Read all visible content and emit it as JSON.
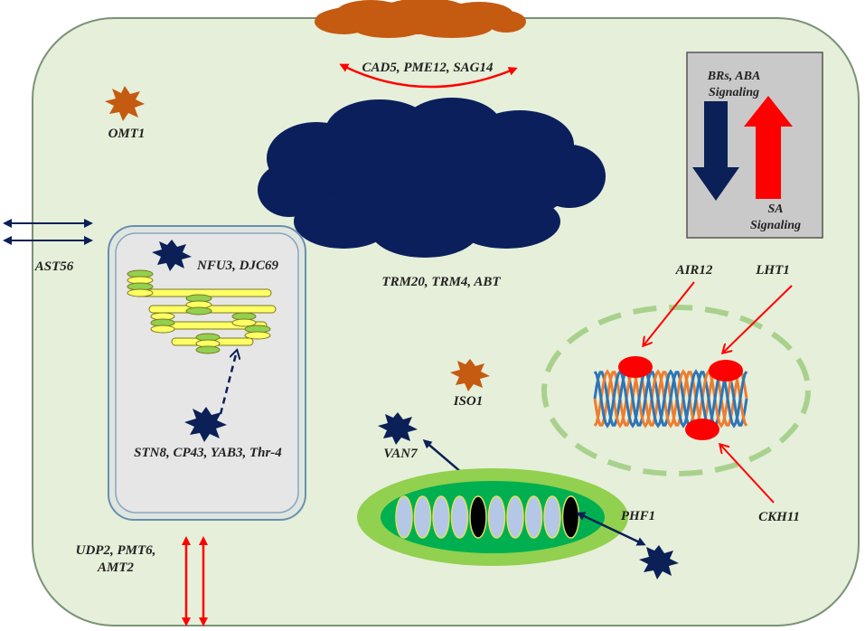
{
  "colors": {
    "cell_fill": "#e6efd9",
    "cell_stroke": "#7a9276",
    "cloud_orange": "#c55a11",
    "cloud_navy": "#0a1f5c",
    "red": "#ff0000",
    "navy": "#0a2056",
    "panel_fill": "#c9c9c9",
    "thylakoid_yellow": "#ffff66",
    "thylakoid_green": "#92d050",
    "chromo_orange": "#ed7d31",
    "chromo_blue": "#2e75b6",
    "nucleus_dash": "#a9d18e",
    "mito_outer": "#92d050",
    "mito_inner": "#00b050",
    "crista_fill": "#b4c7e7"
  },
  "labels": {
    "cad5": "CAD5, PME12, SAG14",
    "omt1": "OMT1",
    "brs_line1": "BRs, ABA",
    "brs_line2": "Signaling",
    "sa_line1": "SA",
    "sa_line2": "Signaling",
    "ast56": "AST56",
    "nfu3": "NFU3, DJC69",
    "trm20": "TRM20, TRM4, ABT",
    "air12": "AIR12",
    "lht1": "LHT1",
    "iso1": "ISO1",
    "stn8": "STN8, CP43, YAB3, Thr-4",
    "van7": "VAN7",
    "phf1": "PHF1",
    "ckh11": "CKH11",
    "udp2_line1": "UDP2, PMT6,",
    "udp2_line2": "AMT2"
  },
  "icons": {
    "orange_cloud": "orange-cloud-shape",
    "navy_cloud": "navy-cloud-shape",
    "orange_star": "orange-star-icon",
    "navy_star": "navy-star-icon"
  },
  "mitochondrion": {
    "crista_count": 10,
    "dark_crista_index": [
      4,
      9
    ]
  }
}
